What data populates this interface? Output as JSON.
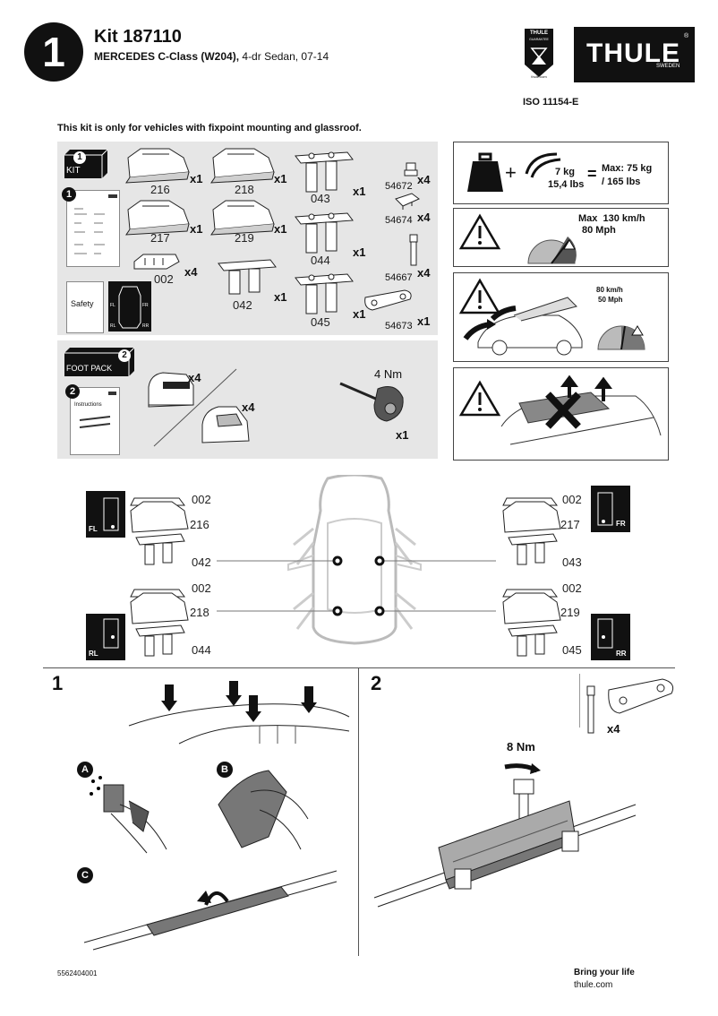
{
  "header": {
    "step_number": "1",
    "kit_title": "Kit 187110",
    "vehicle_model": "MERCEDES C-Class (W204),",
    "vehicle_details": "4-dr Sedan, 07-14",
    "brand": "THULE",
    "brand_sub": "SWEDEN",
    "seal_top": "THULE",
    "seal_mid": "GUARANTEE",
    "seal_bottom": "thule.com",
    "iso": "ISO 11154-E"
  },
  "note": "This kit is only for vehicles with fixpoint mounting and glassroof.",
  "kit": {
    "pack_number": "1",
    "pack_label": "KIT",
    "instructions_number": "1",
    "safety_label": "Safety",
    "corner_fl": "FL",
    "corner_fr": "FR",
    "corner_rl": "RL",
    "corner_rr": "RR",
    "parts": [
      {
        "code": "216",
        "qty": "x1"
      },
      {
        "code": "218",
        "qty": "x1"
      },
      {
        "code": "043",
        "qty": "x1"
      },
      {
        "code": "54672",
        "qty": "x4"
      },
      {
        "code": "217",
        "qty": "x1"
      },
      {
        "code": "219",
        "qty": "x1"
      },
      {
        "code": "044",
        "qty": "x1"
      },
      {
        "code": "54674",
        "qty": "x4"
      },
      {
        "code": "002",
        "qty": "x4"
      },
      {
        "code": "042",
        "qty": "x1"
      },
      {
        "code": "045",
        "qty": "x1"
      },
      {
        "code": "54667",
        "qty": "x4"
      },
      {
        "code": "54673",
        "qty": "x1"
      }
    ]
  },
  "foot_pack": {
    "pack_number": "2",
    "pack_label": "FOOT PACK",
    "instructions_number": "2",
    "instructions_label": "Instructions",
    "foot_qty": "x4",
    "cover_qty": "x4",
    "torque": "4 Nm",
    "key_qty": "x1"
  },
  "warnings": {
    "weight": "7 kg",
    "weight_lbs": "15,4 lbs",
    "equals": "=",
    "plus": "+",
    "max_load": "Max: 75 kg",
    "max_load_lbs": "/ 165 lbs",
    "max_speed": "Max  130 km/h",
    "max_speed_mph": "80 Mph",
    "speed2": "80 km/h",
    "speed2_mph": "50 Mph"
  },
  "placement": {
    "fl": {
      "pad": "002",
      "foot": "216",
      "bracket": "042",
      "label": "FL"
    },
    "fr": {
      "pad": "002",
      "foot": "217",
      "bracket": "043",
      "label": "FR"
    },
    "rl": {
      "pad": "002",
      "foot": "218",
      "bracket": "044",
      "label": "RL"
    },
    "rr": {
      "pad": "002",
      "foot": "219",
      "bracket": "045",
      "label": "RR"
    }
  },
  "step1": {
    "number": "1",
    "a": "A",
    "b": "B",
    "c": "C"
  },
  "step2": {
    "number": "2",
    "qty": "x4",
    "torque": "8 Nm"
  },
  "footer": {
    "code": "5562404001",
    "slogan": "Bring your life",
    "url": "thule.com"
  }
}
